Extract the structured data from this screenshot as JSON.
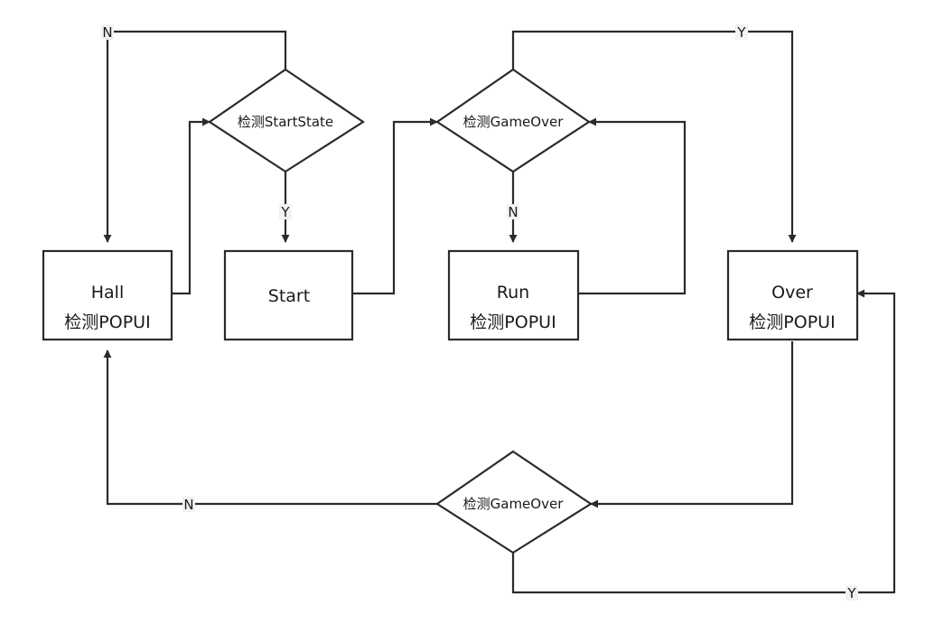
{
  "nodes": {
    "hall": {
      "line1": "Hall",
      "line2": "检测POPUI"
    },
    "start": {
      "line1": "Start"
    },
    "run": {
      "line1": "Run",
      "line2": "检测POPUI"
    },
    "over": {
      "line1": "Over",
      "line2": "检测POPUI"
    }
  },
  "decisions": {
    "start_state": {
      "label": "检测StartState"
    },
    "gameover_top": {
      "label": "检测GameOver"
    },
    "gameover_bottom": {
      "label": "检测GameOver"
    }
  },
  "edge_labels": {
    "start_state_no": "N",
    "start_state_yes": "Y",
    "gameover_top_yes": "Y",
    "gameover_top_no": "N",
    "gameover_bottom_no": "N",
    "gameover_bottom_yes": "Y"
  },
  "colors": {
    "stroke": "#2b2b2b",
    "text": "#1a1a1a",
    "label_bg": "#f2f2f2",
    "background": "#ffffff"
  }
}
